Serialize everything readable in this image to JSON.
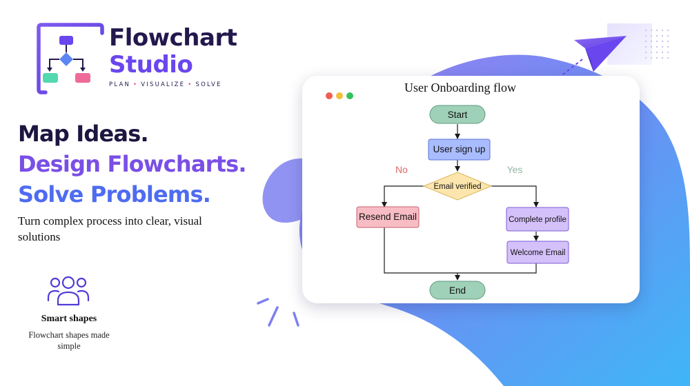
{
  "brand": {
    "title_line1": "Flowchart",
    "title_line2": "Studio",
    "tagline_1": "PLAN",
    "tagline_2": "VISUALIZE",
    "tagline_3": "SOLVE",
    "tagline_sep": "•",
    "colors": {
      "dark": "#23184d",
      "purple": "#6a46ee",
      "pink": "#e24d7e"
    }
  },
  "hero": {
    "line1": "Map Ideas.",
    "line2": "Design Flowcharts.",
    "line3": "Solve Problems.",
    "subtitle": "Turn complex process into clear, visual solutions"
  },
  "feature": {
    "icon": "users-icon",
    "title": "Smart shapes",
    "description": "Flowchart shapes made simple"
  },
  "window": {
    "title": "User Onboarding flow",
    "controls": [
      "close-dot",
      "minimize-dot",
      "maximize-dot"
    ]
  },
  "flowchart": {
    "nodes": {
      "start": {
        "label": "Start",
        "shape": "terminator",
        "color": "#9fd0b8"
      },
      "signup": {
        "label": "User sign up",
        "shape": "process",
        "color": "#a9bcff"
      },
      "decision": {
        "label": "Email verified",
        "shape": "decision",
        "color": "#fde6ad"
      },
      "resend": {
        "label": "Resend Email",
        "shape": "process",
        "color": "#f8bcc4"
      },
      "profile": {
        "label": "Complete profile",
        "shape": "process",
        "color": "#d5c1fa"
      },
      "welcome": {
        "label": "Welcome Email",
        "shape": "process",
        "color": "#d5c1fa"
      },
      "end": {
        "label": "End",
        "shape": "terminator",
        "color": "#9fd0b8"
      }
    },
    "branches": {
      "no": {
        "label": "No",
        "color": "#e06a6a"
      },
      "yes": {
        "label": "Yes",
        "color": "#93b5a3"
      }
    }
  },
  "decorations": [
    "paper-plane-icon",
    "sparkle-lines",
    "blue-purple-blob"
  ]
}
